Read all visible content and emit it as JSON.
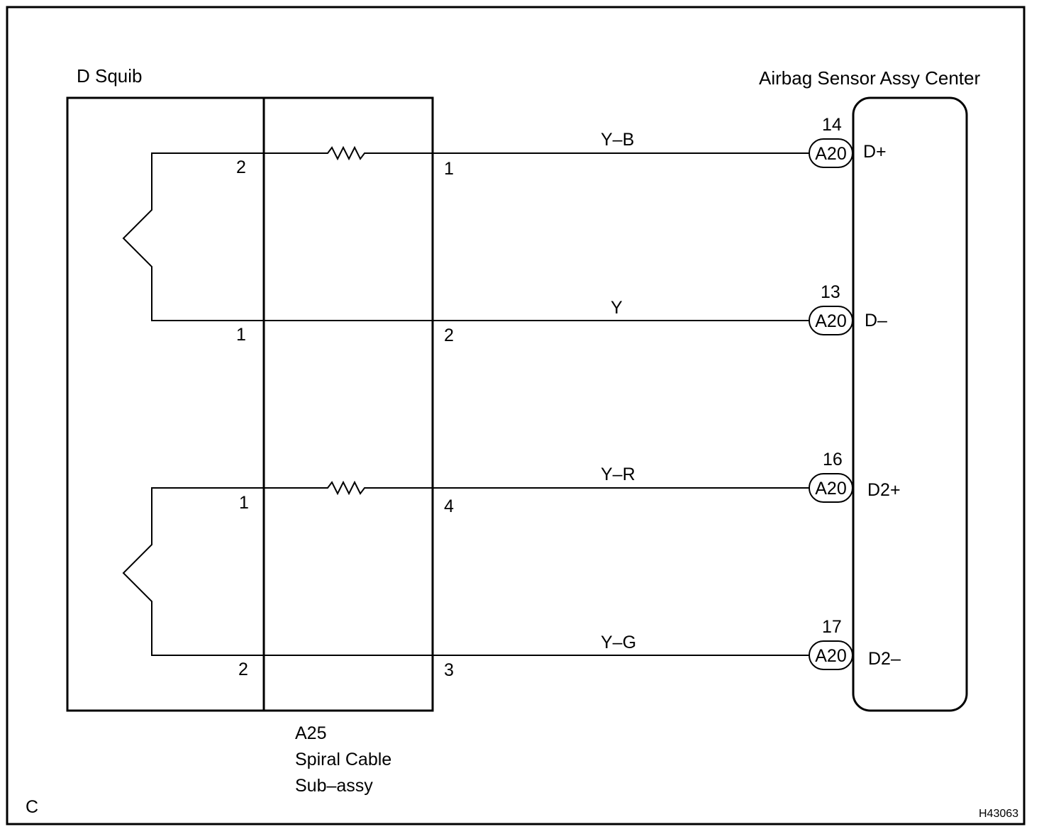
{
  "labels": {
    "d_squib": "D Squib",
    "airbag_sensor": "Airbag Sensor Assy Center",
    "spiral_cable_code": "A25",
    "spiral_cable_line1": "Spiral Cable",
    "spiral_cable_line2": "Sub–assy",
    "corner_code": "C",
    "figure_id": "H43063"
  },
  "circuits": [
    {
      "wire_color": "Y–B",
      "squib_pin": "2",
      "cable_pin": "1",
      "connector": "A20",
      "ecu_pin": "14",
      "terminal": "D+"
    },
    {
      "wire_color": "Y",
      "squib_pin": "1",
      "cable_pin": "2",
      "connector": "A20",
      "ecu_pin": "13",
      "terminal": "D–"
    },
    {
      "wire_color": "Y–R",
      "squib_pin": "1",
      "cable_pin": "4",
      "connector": "A20",
      "ecu_pin": "16",
      "terminal": "D2+"
    },
    {
      "wire_color": "Y–G",
      "squib_pin": "2",
      "cable_pin": "3",
      "connector": "A20",
      "ecu_pin": "17",
      "terminal": "D2–"
    }
  ]
}
